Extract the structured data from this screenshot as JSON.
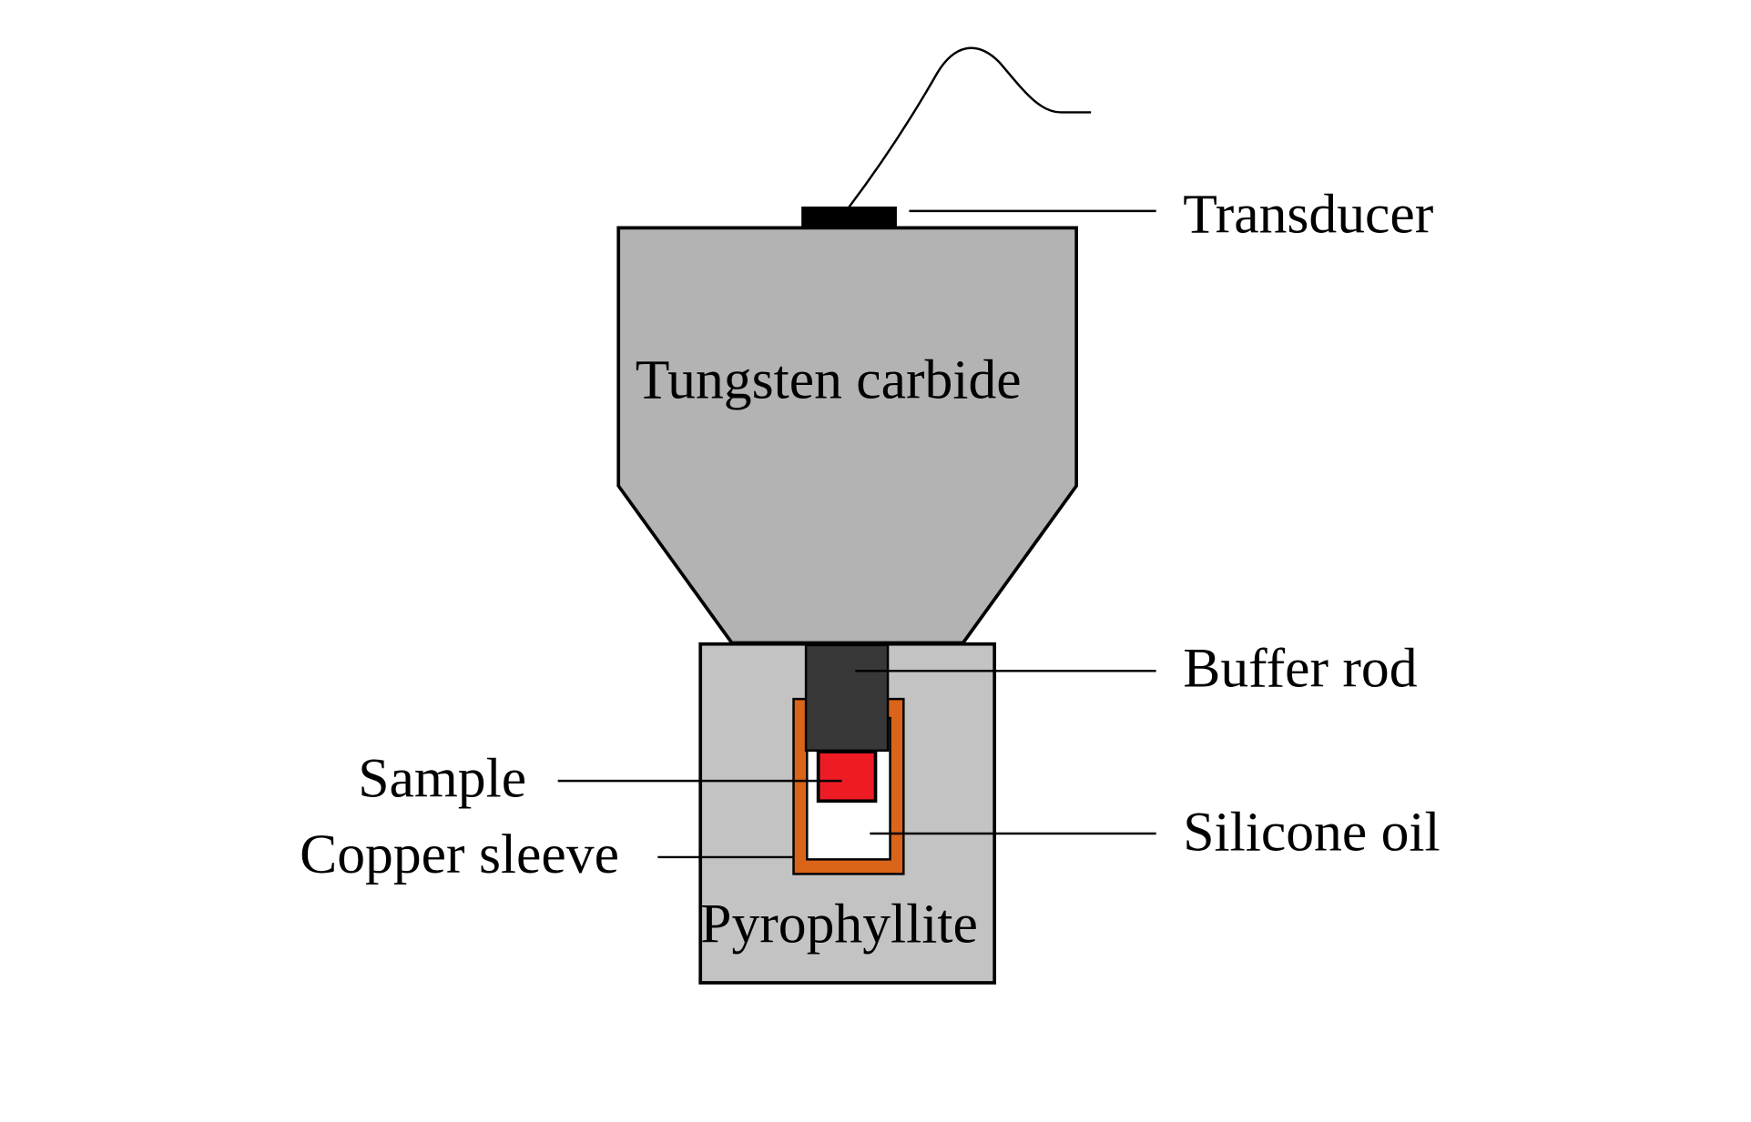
{
  "labels": {
    "transducer": "Transducer",
    "tungsten_carbide": "Tungsten carbide",
    "buffer_rod": "Buffer rod",
    "sample": "Sample",
    "copper_sleeve": "Copper sleeve",
    "silicone_oil": "Silicone oil",
    "pyrophyllite": "Pyrophyllite"
  },
  "colors": {
    "tungsten_carbide": "#b3b3b3",
    "pyrophyllite": "#c3c3c3",
    "buffer_rod": "#383838",
    "sample": "#ed1c24",
    "copper_sleeve": "#d9641a",
    "silicone_oil": "#ffffff",
    "transducer": "#000000"
  }
}
